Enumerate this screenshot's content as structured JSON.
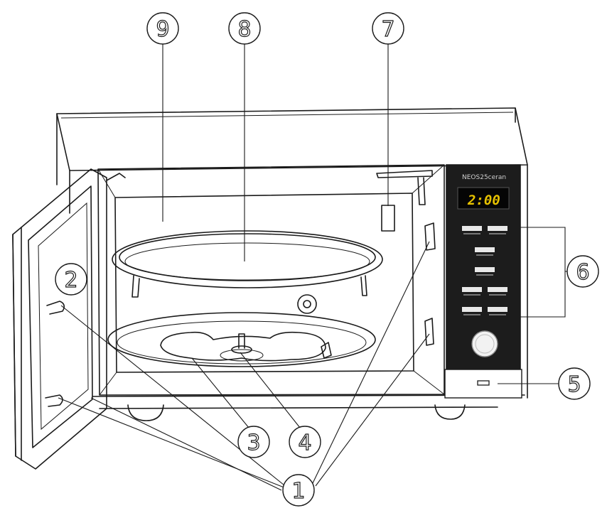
{
  "diagram": {
    "panel": {
      "brand": "NEOS25ceran",
      "display": "2:00",
      "display_color": "#e6c100"
    },
    "callouts": [
      {
        "id": "c1",
        "label": "1"
      },
      {
        "id": "c2",
        "label": "2"
      },
      {
        "id": "c3",
        "label": "3"
      },
      {
        "id": "c4",
        "label": "4"
      },
      {
        "id": "c5",
        "label": "5"
      },
      {
        "id": "c6",
        "label": "6"
      },
      {
        "id": "c7",
        "label": "7"
      },
      {
        "id": "c8",
        "label": "8"
      },
      {
        "id": "c9",
        "label": "9"
      }
    ]
  }
}
